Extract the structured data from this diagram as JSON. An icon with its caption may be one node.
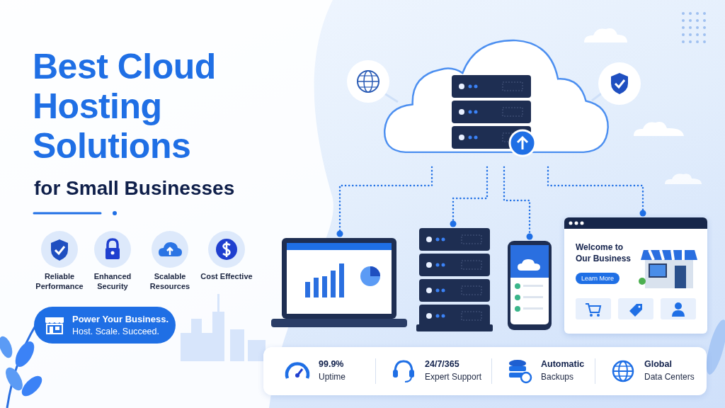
{
  "diagram": {
    "title": "Best Cloud Hosting Solutions",
    "nodes": [
      {
        "text": [],
        "shape": "cloud"
      },
      {
        "text": [],
        "shape": "circle"
      },
      {
        "text": [],
        "shape": "circle"
      },
      {
        "text": [],
        "shape": "picture"
      },
      {
        "text": [],
        "shape": "picture"
      },
      {
        "text": [],
        "shape": "picture"
      },
      {
        "text": [
          "Welcome to Our Business",
          "Learn More"
        ]
      }
    ],
    "edges": [
      {
        "from": 1,
        "to": 0,
        "arrow": "none",
        "color": "#cfe0f8"
      },
      {
        "from": 2,
        "to": 0,
        "arrow": "none",
        "color": "#cfe0f8"
      },
      {
        "from": 0,
        "to": 3,
        "arrow": "other",
        "style": "dashed"
      },
      {
        "from": 0,
        "to": 4,
        "arrow": "other",
        "style": "dashed"
      },
      {
        "from": 0,
        "to": 5,
        "arrow": "other",
        "style": "dashed"
      },
      {
        "from": 0,
        "to": 6,
        "arrow": "other",
        "style": "dashed"
      }
    ],
    "labels": [
      "for Small Businesses",
      "Reliable Performance",
      "Enhanced Security",
      "Scalable Resources",
      "Cost Effective",
      "Power Your Business.",
      "Host. Scale. Succeed.",
      "99.9%",
      "Uptime",
      "24/7/365",
      "Expert Support",
      "Automatic",
      "Backups",
      "Global",
      "Data Centers"
    ]
  }
}
